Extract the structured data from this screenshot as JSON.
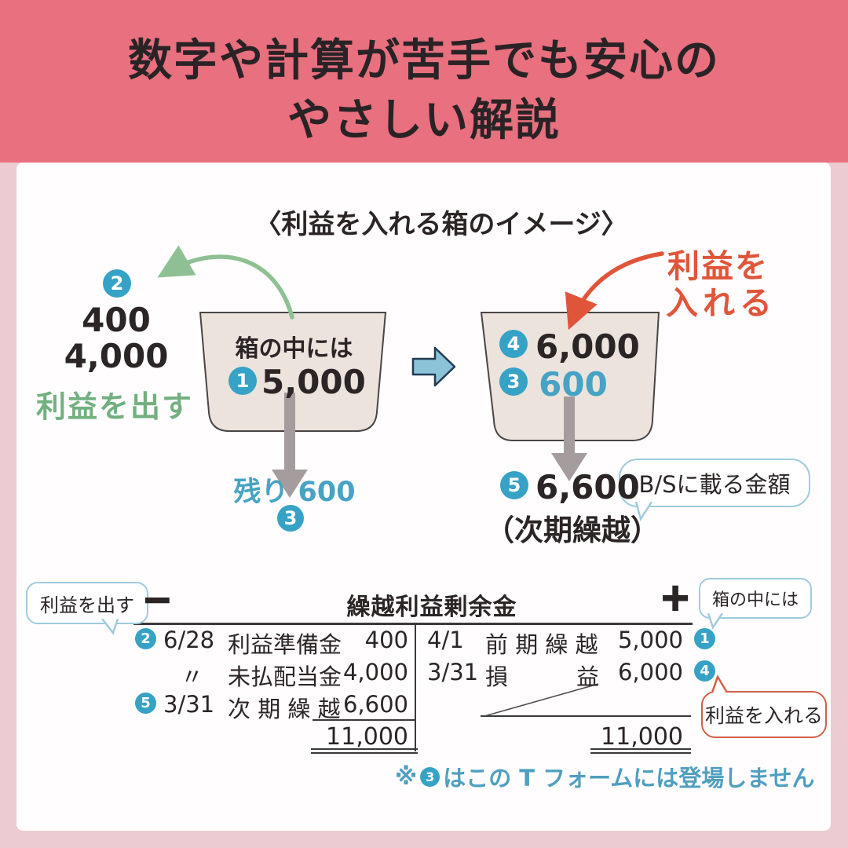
{
  "header": {
    "title_line1": "数字や計算が苦手でも安心の",
    "title_line2": "やさしい解説"
  },
  "diagram": {
    "title": "〈利益を入れる箱のイメージ〉",
    "left": {
      "badge2": "2",
      "out_value1": "400",
      "out_value2": "4,000",
      "green_label": "利益を出す",
      "box_label": "箱の中には",
      "badge1": "1",
      "box_value": "5,000",
      "remain_label": "残り 600",
      "badge3": "3"
    },
    "right": {
      "badge4": "4",
      "in_value": "6,000",
      "badge3": "3",
      "carry_in": "600",
      "red_label_line1": "利益を",
      "red_label_line2": "入れる",
      "badge5": "5",
      "result_value": "6,600",
      "result_caption": "（次期繰越）",
      "bs_bubble": "B/Sに載る金額"
    }
  },
  "taccount": {
    "minus_sign": "−",
    "plus_sign": "+",
    "account_title": "繰越利益剰余金",
    "bubble_left": "利益を出す",
    "bubble_right_top": "箱の中には",
    "bubble_right_bottom": "利益を入れる",
    "debit_rows": [
      {
        "badge": "2",
        "date": "6/28",
        "desc": "利益準備金",
        "amount": "400"
      },
      {
        "badge": "",
        "date": "〃",
        "desc": "未払配当金",
        "amount": "4,000"
      },
      {
        "badge": "5",
        "date": "3/31",
        "desc": "次 期 繰 越",
        "amount": "6,600"
      }
    ],
    "debit_total": "11,000",
    "credit_rows": [
      {
        "date": "4/1",
        "desc": "前 期 繰 越",
        "amount": "5,000",
        "badge": "1"
      },
      {
        "date": "3/31",
        "desc": "損　　　益",
        "amount": "6,000",
        "badge": "4"
      }
    ],
    "credit_total": "11,000",
    "note_prefix": "※",
    "note_badge": "3",
    "note_text": "はこの T フォームには登場しません"
  },
  "colors": {
    "header_pink": "#e8707f",
    "frame_pink": "#eccbd3",
    "badge_blue": "#35a2c6",
    "accent_blue_text": "#47a3c4",
    "green": "#72b07f",
    "red_orange": "#e0553a",
    "box_beige": "#ebe3dc",
    "gray_arrow": "#a49c9d",
    "bubble_border_blue": "#9fcbdb",
    "bubble_border_red": "#d0604a",
    "note_blue": "#4f9fc0"
  }
}
